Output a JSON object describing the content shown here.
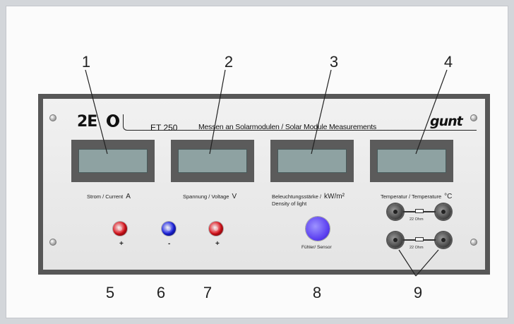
{
  "callouts": [
    "1",
    "2",
    "3",
    "4",
    "5",
    "6",
    "7",
    "8",
    "9"
  ],
  "panel": {
    "logo_text": "2E",
    "model": "ET 250",
    "title": "Messen an Solarmodulen / Solar Module Measurements",
    "brand": "gunt"
  },
  "displays": [
    {
      "label": "Strom / Current",
      "unit": "A"
    },
    {
      "label": "Spannung / Voltage",
      "unit": "V"
    },
    {
      "label_line1": "Beleuchtungsstärke /",
      "label_line2": "Density of light",
      "unit": "kW/m²"
    },
    {
      "label": "Temperatur / Temperature",
      "unit": "°C"
    }
  ],
  "jacks": [
    {
      "color": "#e0121b",
      "sign": "+"
    },
    {
      "color": "#1b22e6",
      "sign": "-"
    },
    {
      "color": "#e0121b",
      "sign": "+"
    }
  ],
  "sensor": {
    "label": "Fühler/ Sensor",
    "color": "#5a3ef0"
  },
  "resistors": [
    {
      "label": "22 Ohm"
    },
    {
      "label": "22 Ohm"
    }
  ]
}
